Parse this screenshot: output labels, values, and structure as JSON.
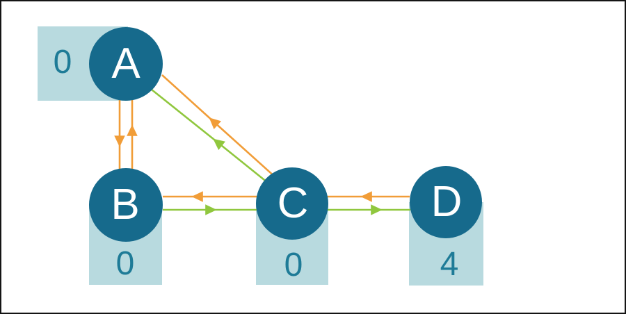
{
  "diagram": {
    "type": "directed-graph",
    "description": "Weighted graph figure with four nodes and paired directed edges",
    "nodes": [
      {
        "id": "A",
        "label": "A",
        "value": "0",
        "value_box_position": "left"
      },
      {
        "id": "B",
        "label": "B",
        "value": "0",
        "value_box_position": "below"
      },
      {
        "id": "C",
        "label": "C",
        "value": "0",
        "value_box_position": "below"
      },
      {
        "id": "D",
        "label": "D",
        "value": "4",
        "value_box_position": "below"
      }
    ],
    "edges": [
      {
        "from": "A",
        "to": "B",
        "color": "orange"
      },
      {
        "from": "B",
        "to": "A",
        "color": "orange"
      },
      {
        "from": "C",
        "to": "A",
        "color": "orange"
      },
      {
        "from": "C",
        "to": "A",
        "color": "green"
      },
      {
        "from": "C",
        "to": "B",
        "color": "orange"
      },
      {
        "from": "B",
        "to": "C",
        "color": "green"
      },
      {
        "from": "D",
        "to": "C",
        "color": "orange"
      },
      {
        "from": "C",
        "to": "D",
        "color": "green"
      }
    ],
    "colors": {
      "node_fill": "#166a8c",
      "node_text": "#ffffff",
      "value_box_fill": "#b8dadf",
      "value_text": "#1e7b97",
      "edge_orange": "#f19d38",
      "edge_green": "#90c73e",
      "frame_border": "#141414",
      "background": "#ffffff"
    }
  }
}
